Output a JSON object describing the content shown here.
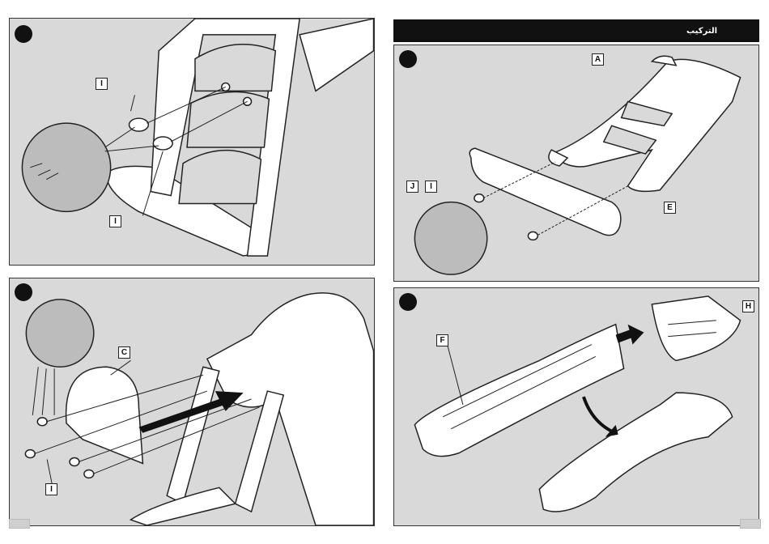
{
  "header": {
    "title": "التركيب"
  },
  "panels": {
    "p1": {
      "labels": [
        "I",
        "I"
      ]
    },
    "p2": {
      "labels": [
        "A",
        "J",
        "I",
        "E"
      ]
    },
    "p3": {
      "labels": [
        "C",
        "I"
      ]
    },
    "p4": {
      "labels": [
        "F",
        "H"
      ]
    }
  },
  "colors": {
    "panel_bg": "#d9d9d9",
    "line": "#222222",
    "header_bg": "#111111"
  }
}
